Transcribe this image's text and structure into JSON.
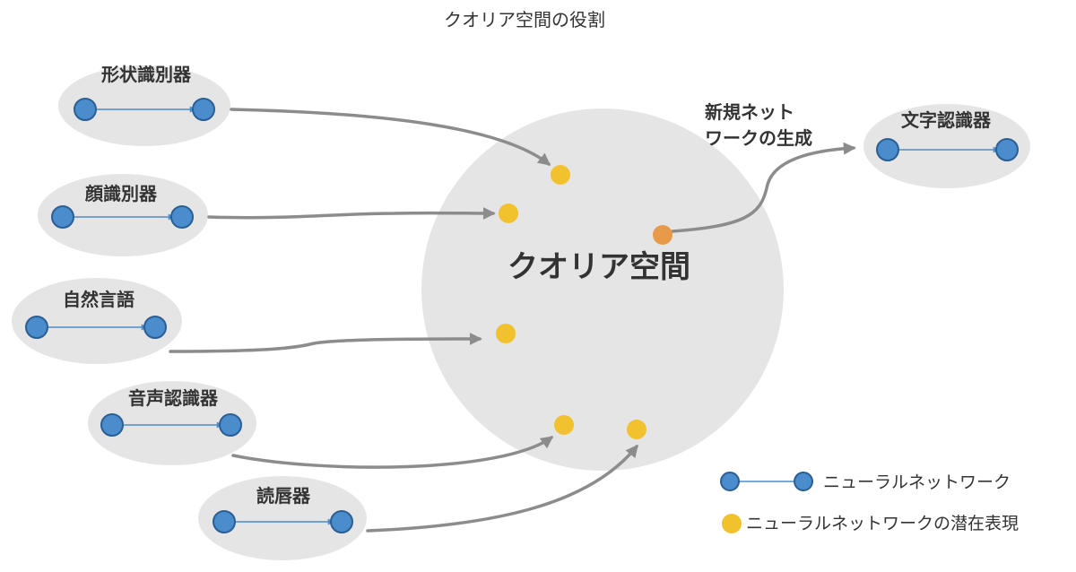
{
  "title": "クオリア空間の役割",
  "center_label": "クオリア空間",
  "generation_label": [
    "新規ネット",
    "ワークの生成"
  ],
  "networks": {
    "shape": "形状識別器",
    "face": "顔識別器",
    "nlp": "自然言語",
    "speech": "音声認識器",
    "lip": "読唇器",
    "char": "文字認識器"
  },
  "legend": {
    "network": "ニューラルネットワーク",
    "latent": "ニューラルネットワークの潜在表現"
  },
  "colors": {
    "ellipse": "#e6e5e6",
    "node_fill": "#4a8ccc",
    "node_stroke": "#2a5f94",
    "latent": "#f2c12e",
    "new_latent": "#e89a4a",
    "arrow": "#8c8c8c"
  }
}
